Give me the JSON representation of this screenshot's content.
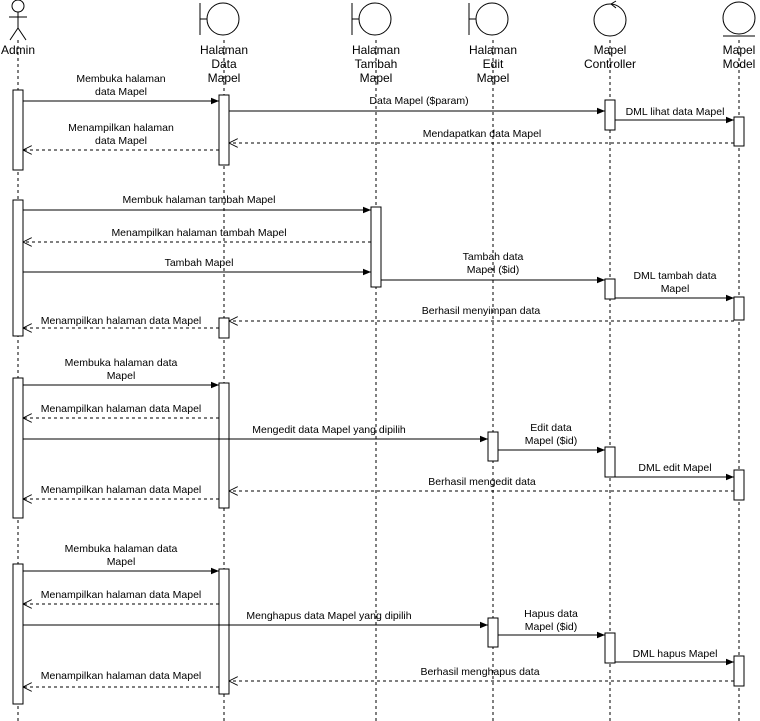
{
  "participants": [
    {
      "id": "admin",
      "type": "actor",
      "label_lines": [
        "Admin"
      ]
    },
    {
      "id": "hal_data",
      "type": "boundary",
      "label_lines": [
        "Halaman",
        "Data",
        "Mapel"
      ]
    },
    {
      "id": "hal_tambah",
      "type": "boundary",
      "label_lines": [
        "Halaman",
        "Tambah",
        "Mapel"
      ]
    },
    {
      "id": "hal_edit",
      "type": "boundary",
      "label_lines": [
        "Halaman",
        "Edit",
        "Mapel"
      ]
    },
    {
      "id": "controller",
      "type": "control",
      "label_lines": [
        "Mapel",
        "Controller"
      ]
    },
    {
      "id": "model",
      "type": "entity",
      "label_lines": [
        "Mapel",
        "Model"
      ]
    }
  ],
  "messages": [
    {
      "id": "m1",
      "label_lines": [
        "Membuka halaman",
        "data Mapel"
      ],
      "from": "admin",
      "to": "hal_data",
      "style": "solid"
    },
    {
      "id": "m2",
      "label_lines": [
        "Data Mapel ($param)"
      ],
      "from": "hal_data",
      "to": "controller",
      "style": "solid"
    },
    {
      "id": "m3",
      "label_lines": [
        "DML lihat data Mapel"
      ],
      "from": "controller",
      "to": "model",
      "style": "solid"
    },
    {
      "id": "m4",
      "label_lines": [
        "Mendapatkan data Mapel"
      ],
      "from": "model",
      "to": "hal_data",
      "style": "dashed"
    },
    {
      "id": "m5",
      "label_lines": [
        "Menampilkan halaman",
        "data Mapel"
      ],
      "from": "hal_data",
      "to": "admin",
      "style": "dashed"
    },
    {
      "id": "m6",
      "label_lines": [
        "Membuk halaman tambah Mapel"
      ],
      "from": "admin",
      "to": "hal_tambah",
      "style": "solid"
    },
    {
      "id": "m7",
      "label_lines": [
        "Menampilkan halaman tambah Mapel"
      ],
      "from": "hal_tambah",
      "to": "admin",
      "style": "dashed"
    },
    {
      "id": "m8",
      "label_lines": [
        "Tambah Mapel"
      ],
      "from": "admin",
      "to": "hal_tambah",
      "style": "solid"
    },
    {
      "id": "m9",
      "label_lines": [
        "Tambah data",
        "Mapel ($id)"
      ],
      "from": "hal_tambah",
      "to": "controller",
      "style": "solid"
    },
    {
      "id": "m10",
      "label_lines": [
        "DML tambah data",
        "Mapel"
      ],
      "from": "controller",
      "to": "model",
      "style": "solid"
    },
    {
      "id": "m11",
      "label_lines": [
        "Berhasil menyimpan data"
      ],
      "from": "model",
      "to": "hal_data",
      "style": "dashed"
    },
    {
      "id": "m12",
      "label_lines": [
        "Menampilkan halaman data Mapel"
      ],
      "from": "hal_data",
      "to": "admin",
      "style": "dashed"
    },
    {
      "id": "m13",
      "label_lines": [
        "Membuka halaman data",
        "Mapel"
      ],
      "from": "admin",
      "to": "hal_data",
      "style": "solid"
    },
    {
      "id": "m14",
      "label_lines": [
        "Menampilkan halaman data Mapel"
      ],
      "from": "hal_data",
      "to": "admin",
      "style": "dashed"
    },
    {
      "id": "m15",
      "label_lines": [
        "Mengedit data Mapel yang dipilih"
      ],
      "from": "admin",
      "to": "hal_edit",
      "style": "solid"
    },
    {
      "id": "m16",
      "label_lines": [
        "Edit data",
        "Mapel ($id)"
      ],
      "from": "hal_edit",
      "to": "controller",
      "style": "solid"
    },
    {
      "id": "m17",
      "label_lines": [
        "DML edit Mapel"
      ],
      "from": "controller",
      "to": "model",
      "style": "solid"
    },
    {
      "id": "m18",
      "label_lines": [
        "Berhasil mengedit data"
      ],
      "from": "model",
      "to": "hal_data",
      "style": "dashed"
    },
    {
      "id": "m19",
      "label_lines": [
        "Menampilkan halaman data Mapel"
      ],
      "from": "hal_data",
      "to": "admin",
      "style": "dashed"
    },
    {
      "id": "m20",
      "label_lines": [
        "Membuka halaman data",
        "Mapel"
      ],
      "from": "admin",
      "to": "hal_data",
      "style": "solid"
    },
    {
      "id": "m21",
      "label_lines": [
        "Menampilkan halaman data Mapel"
      ],
      "from": "hal_data",
      "to": "admin",
      "style": "dashed"
    },
    {
      "id": "m22",
      "label_lines": [
        "Menghapus data Mapel yang dipilih"
      ],
      "from": "admin",
      "to": "hal_edit",
      "style": "solid"
    },
    {
      "id": "m23",
      "label_lines": [
        "Hapus data",
        "Mapel ($id)"
      ],
      "from": "hal_edit",
      "to": "controller",
      "style": "solid"
    },
    {
      "id": "m24",
      "label_lines": [
        "DML hapus Mapel"
      ],
      "from": "controller",
      "to": "model",
      "style": "solid"
    },
    {
      "id": "m25",
      "label_lines": [
        "Berhasil menghapus data"
      ],
      "from": "model",
      "to": "hal_data",
      "style": "dashed"
    },
    {
      "id": "m26",
      "label_lines": [
        "Menampilkan halaman data Mapel"
      ],
      "from": "hal_data",
      "to": "admin",
      "style": "dashed"
    }
  ]
}
